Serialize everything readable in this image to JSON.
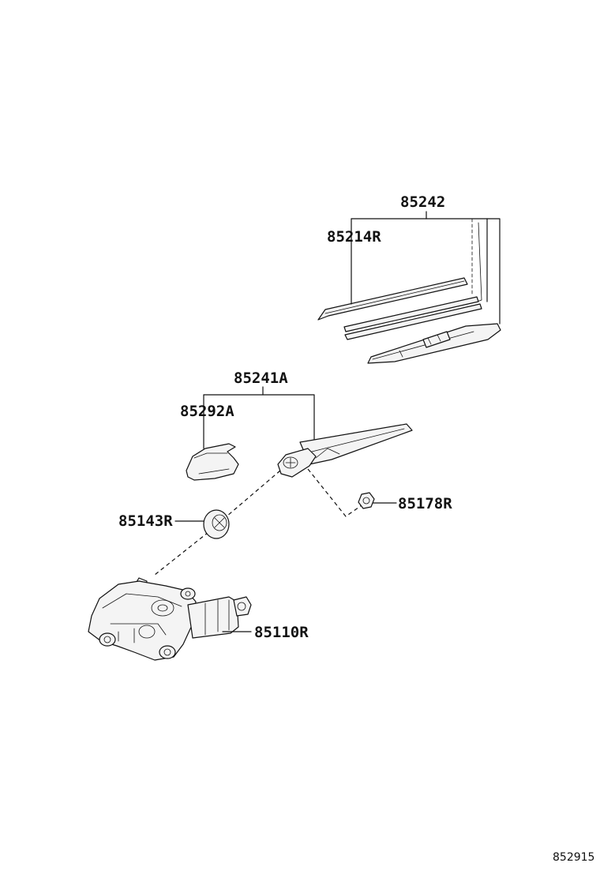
{
  "parts": {
    "p85242": "85242",
    "p85214R": "85214R",
    "p85241A": "85241A",
    "p85292A": "85292A",
    "p85143R": "85143R",
    "p85178R": "85178R",
    "p85110R": "85110R"
  },
  "diagram_code": "852915"
}
